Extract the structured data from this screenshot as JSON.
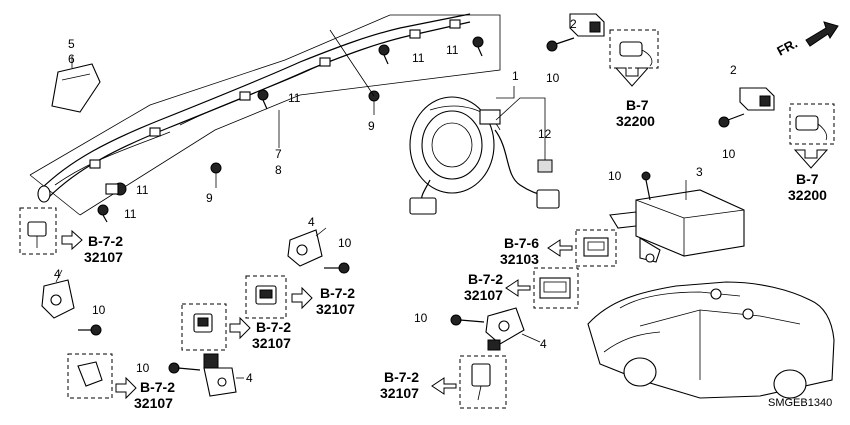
{
  "diagram": {
    "code": "SMGEB1340",
    "fr_label": "FR.",
    "part_numbers": {
      "p1": "1",
      "p2a": "2",
      "p2b": "2",
      "p3": "3",
      "p4a": "4",
      "p4b": "4",
      "p4c": "4",
      "p4d": "4",
      "p5": "5",
      "p6": "6",
      "p7": "7",
      "p8": "8",
      "p9a": "9",
      "p9b": "9",
      "p10a": "10",
      "p10b": "10",
      "p10c": "10",
      "p10d": "10",
      "p10e": "10",
      "p10f": "10",
      "p10g": "10",
      "p11a": "11",
      "p11b": "11",
      "p11c": "11",
      "p11d": "11",
      "p11e": "11",
      "p12": "12"
    },
    "refs": [
      {
        "id": "r1",
        "page": "B-7",
        "num": "32200"
      },
      {
        "id": "r2",
        "page": "B-7",
        "num": "32200"
      },
      {
        "id": "r3",
        "page": "B-7-2",
        "num": "32107"
      },
      {
        "id": "r4",
        "page": "B-7-2",
        "num": "32107"
      },
      {
        "id": "r5",
        "page": "B-7-2",
        "num": "32107"
      },
      {
        "id": "r6",
        "page": "B-7-2",
        "num": "32107"
      },
      {
        "id": "r7",
        "page": "B-7-6",
        "num": "32103"
      },
      {
        "id": "r8",
        "page": "B-7-2",
        "num": "32107"
      },
      {
        "id": "r9",
        "page": "B-7-2",
        "num": "32107"
      }
    ]
  }
}
